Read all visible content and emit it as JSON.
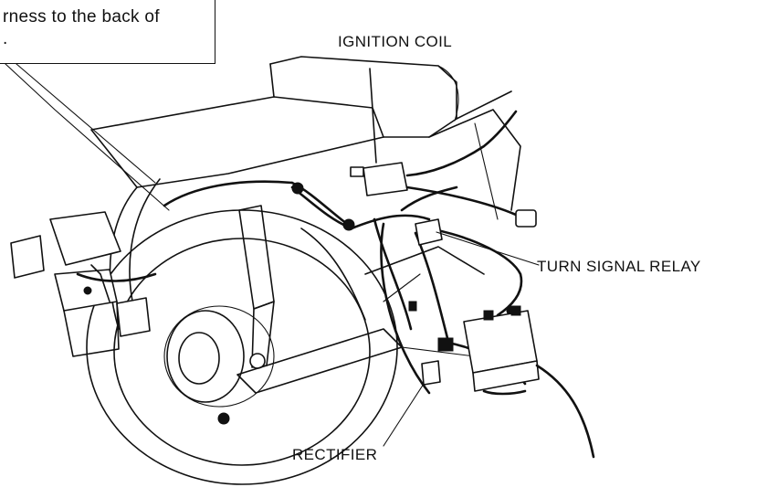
{
  "callout": {
    "text": "rness to the back of\n."
  },
  "labels": {
    "ignition_coil": "IGNITION COIL",
    "turn_signal_relay": "TURN SIGNAL RELAY",
    "rectifier": "RECTIFIER"
  }
}
